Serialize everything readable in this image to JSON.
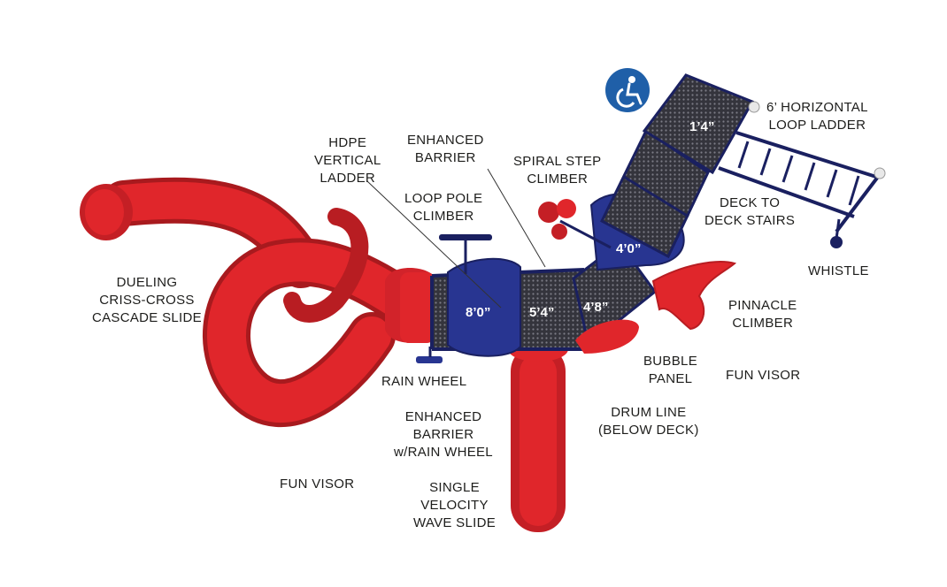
{
  "colors": {
    "slide_red": "#e0262b",
    "slide_dark": "#a81a1e",
    "deck_blue": "#1f2a6e",
    "frame_navy": "#1a2060",
    "badge_blue": "#1f5fa8",
    "post_grey": "#e8e8e8",
    "label_text": "#1d1d1b"
  },
  "icons": {
    "accessibility": "wheelchair-accessibility-icon"
  },
  "labels": {
    "horizontal_loop_ladder": [
      "6’ HORIZONTAL",
      "LOOP LADDER"
    ],
    "hdpe_vertical_ladder": [
      "HDPE",
      "VERTICAL",
      "LADDER"
    ],
    "enhanced_barrier": [
      "ENHANCED",
      "BARRIER"
    ],
    "spiral_step_climber": [
      "SPIRAL STEP",
      "CLIMBER"
    ],
    "loop_pole_climber": [
      "LOOP POLE",
      "CLIMBER"
    ],
    "deck_to_deck_stairs": [
      "DECK TO",
      "DECK STAIRS"
    ],
    "whistle": [
      "WHISTLE"
    ],
    "dueling_slide": [
      "DUELING",
      "CRISS-CROSS",
      "CASCADE SLIDE"
    ],
    "pinnacle_climber": [
      "PINNACLE",
      "CLIMBER"
    ],
    "bubble_panel": [
      "BUBBLE",
      "PANEL"
    ],
    "fun_visor_right": [
      "FUN VISOR"
    ],
    "rain_wheel": [
      "RAIN WHEEL"
    ],
    "enhanced_barrier_rain_wheel": [
      "ENHANCED",
      "BARRIER",
      "w/RAIN WHEEL"
    ],
    "drum_line": [
      "DRUM LINE",
      "(BELOW DECK)"
    ],
    "fun_visor_left": [
      "FUN VISOR"
    ],
    "single_velocity_slide": [
      "SINGLE",
      "VELOCITY",
      "WAVE SLIDE"
    ]
  },
  "deck_heights": {
    "top_stair": "1’4”",
    "upper_deck": "4’0”",
    "left_deck": "8’0”",
    "center_deck": "5’4”",
    "right_deck": "4’8”"
  }
}
